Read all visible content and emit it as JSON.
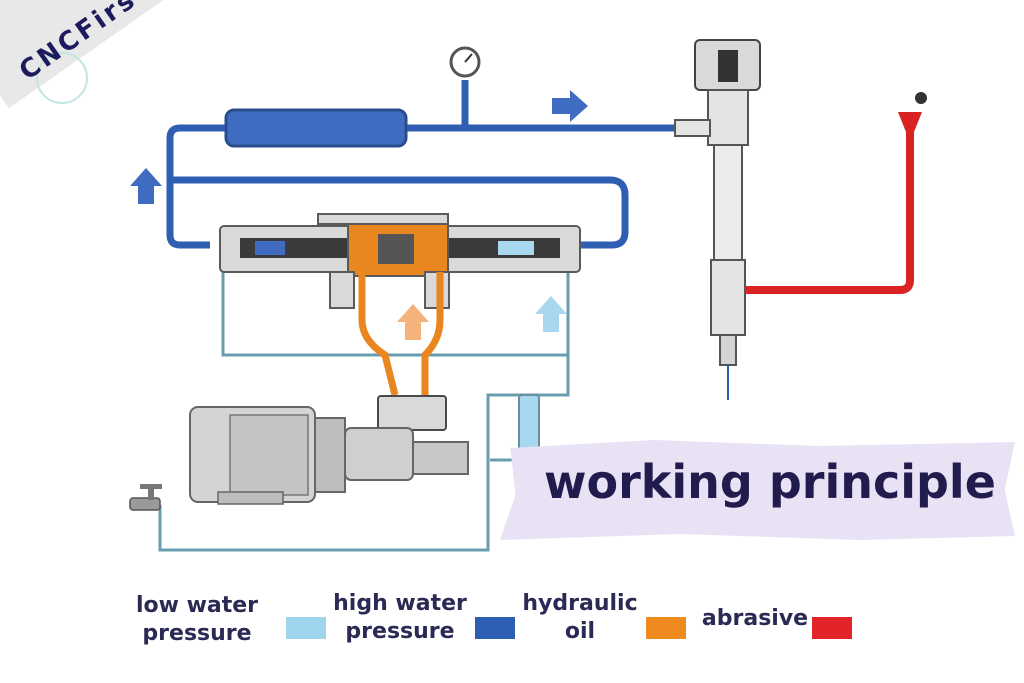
{
  "brand": {
    "name": "CNCFirst"
  },
  "title": "working principle",
  "legend": [
    {
      "line1": "low water",
      "line2": "pressure",
      "color": "#9fd6ee"
    },
    {
      "line1": "high water",
      "line2": "pressure",
      "color": "#2f5fb3"
    },
    {
      "line1": "hydraulic",
      "line2": "oil",
      "color": "#ef8a1e"
    },
    {
      "line1": "abrasive",
      "line2": "",
      "color": "#e2232a"
    }
  ],
  "colors": {
    "high_water": "#2f5fb3",
    "low_water": "#6a9cb0",
    "hydraulic": "#e9861f",
    "abrasive": "#d92323",
    "metal": "#d7d7d7",
    "outline": "#5a5a5a"
  }
}
